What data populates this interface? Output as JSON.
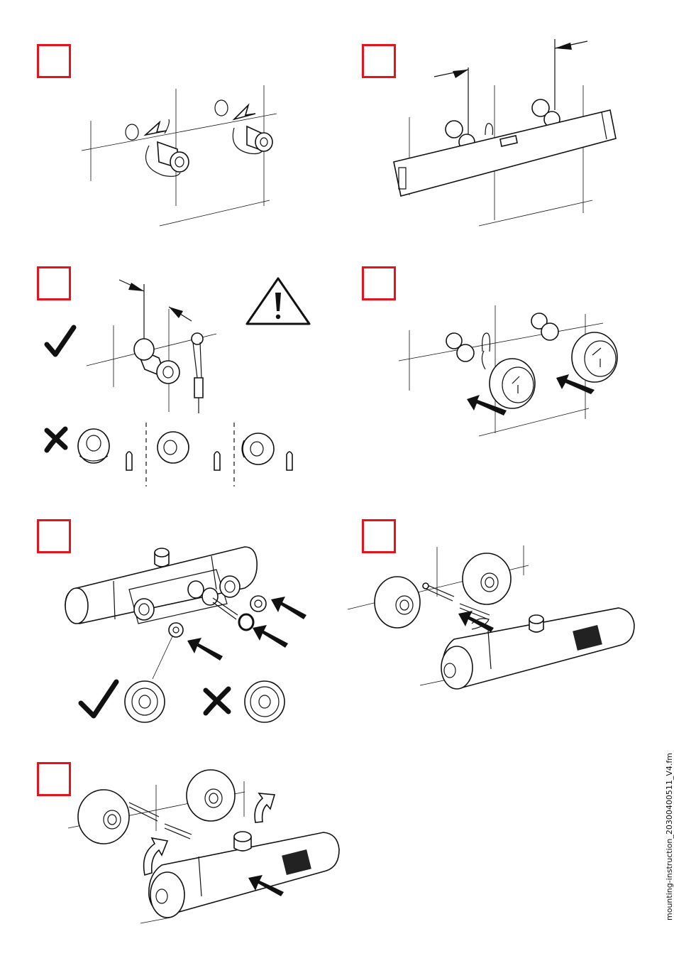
{
  "steps": [
    {
      "id": 1,
      "label": ""
    },
    {
      "id": 2,
      "label": ""
    },
    {
      "id": 3,
      "label": ""
    },
    {
      "id": 4,
      "label": ""
    },
    {
      "id": 5,
      "label": ""
    },
    {
      "id": 6,
      "label": ""
    },
    {
      "id": 7,
      "label": ""
    }
  ],
  "icons": {
    "ok": "check-icon",
    "wrong": "cross-icon",
    "warning": "warning-triangle-icon",
    "direction": "arrow-icon"
  },
  "colors": {
    "step_frame": "#e3141b",
    "line_art": "#111111"
  },
  "footer": {
    "file_reference": "mounting-instruction_20300400511_V4.fm"
  }
}
